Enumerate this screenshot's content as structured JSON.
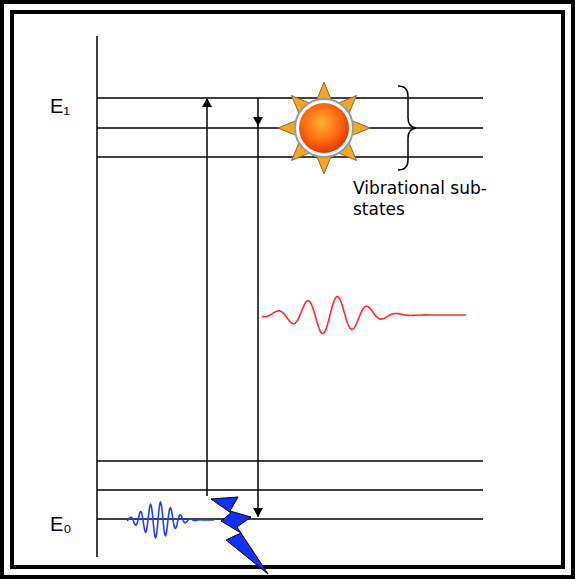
{
  "diagram": {
    "labels": [
      "E₁",
      "E₀",
      "Vibrational sub-states"
    ]
  }
}
